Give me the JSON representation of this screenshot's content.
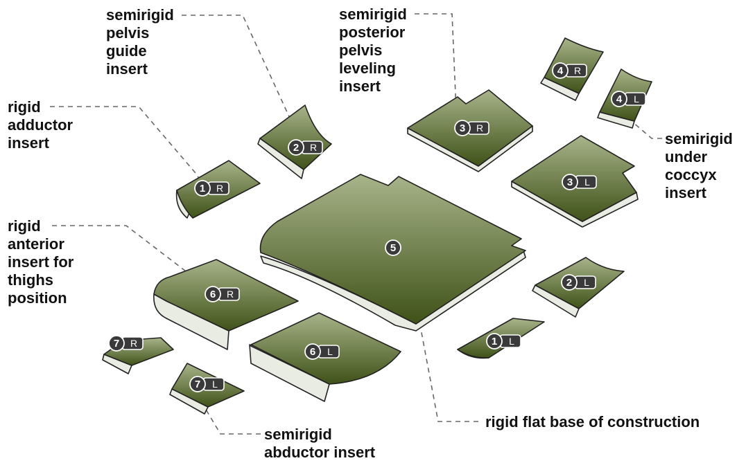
{
  "colors": {
    "piece_top": "#8a9a64",
    "piece_bottom": "#3f5218",
    "piece_side": "#e9ece2",
    "outline": "#222222",
    "badge": "#3a3a3a",
    "leader": "#666666"
  },
  "labels": {
    "pelvis_guide": [
      "semirigid",
      "pelvis",
      "guide",
      "insert"
    ],
    "posterior_leveling": [
      "semirigid",
      "posterior",
      "pelvis",
      "leveling",
      "insert"
    ],
    "adductor": [
      "rigid",
      "adductor",
      "insert"
    ],
    "under_coccyx": [
      "semirigid",
      "under",
      "coccyx",
      "insert"
    ],
    "anterior_thighs": [
      "rigid",
      "anterior",
      "insert for",
      "thighs",
      "position"
    ],
    "abductor": [
      "semirigid",
      "abductor insert"
    ],
    "base": [
      "rigid flat base of construction"
    ]
  },
  "badges": {
    "p1r": {
      "num": "1",
      "side": "R"
    },
    "p1l": {
      "num": "1",
      "side": "L"
    },
    "p2r": {
      "num": "2",
      "side": "R"
    },
    "p2l": {
      "num": "2",
      "side": "L"
    },
    "p3r": {
      "num": "3",
      "side": "R"
    },
    "p3l": {
      "num": "3",
      "side": "L"
    },
    "p4r": {
      "num": "4",
      "side": "R"
    },
    "p4l": {
      "num": "4",
      "side": "L"
    },
    "p5": {
      "num": "5",
      "side": ""
    },
    "p6r": {
      "num": "6",
      "side": "R"
    },
    "p6l": {
      "num": "6",
      "side": "L"
    },
    "p7r": {
      "num": "7",
      "side": "R"
    },
    "p7l": {
      "num": "7",
      "side": "L"
    }
  }
}
